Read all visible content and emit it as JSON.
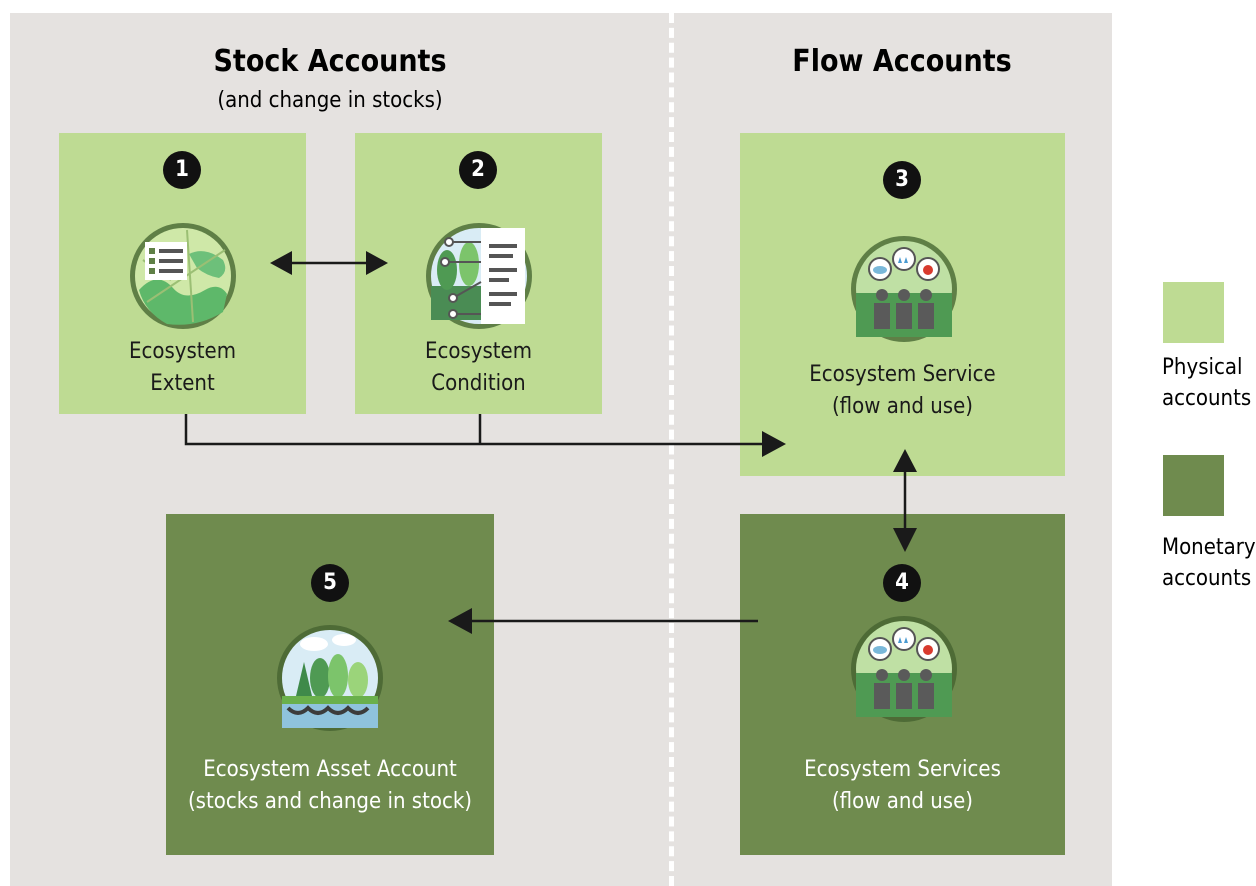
{
  "headings": {
    "stock_title": "Stock Accounts",
    "stock_subtitle": "(and change in stocks)",
    "flow_title": "Flow Accounts"
  },
  "boxes": [
    {
      "number": "1",
      "line1": "Ecosystem",
      "line2": "Extent",
      "type": "physical"
    },
    {
      "number": "2",
      "line1": "Ecosystem",
      "line2": "Condition",
      "type": "physical"
    },
    {
      "number": "3",
      "line1": "Ecosystem Service",
      "line2": "(flow and use)",
      "type": "physical"
    },
    {
      "number": "4",
      "line1": "Ecosystem Services",
      "line2": "(flow and use)",
      "type": "monetary"
    },
    {
      "number": "5",
      "line1": "Ecosystem Asset Account",
      "line2": "(stocks and change in stock)",
      "type": "monetary"
    }
  ],
  "legend": {
    "physical_line1": "Physical",
    "physical_line2": "accounts",
    "monetary_line1": "Monetary",
    "monetary_line2": "accounts"
  },
  "colors": {
    "physical": "#bedb93",
    "monetary": "#6f8b4e",
    "background": "#e5e2e0"
  }
}
